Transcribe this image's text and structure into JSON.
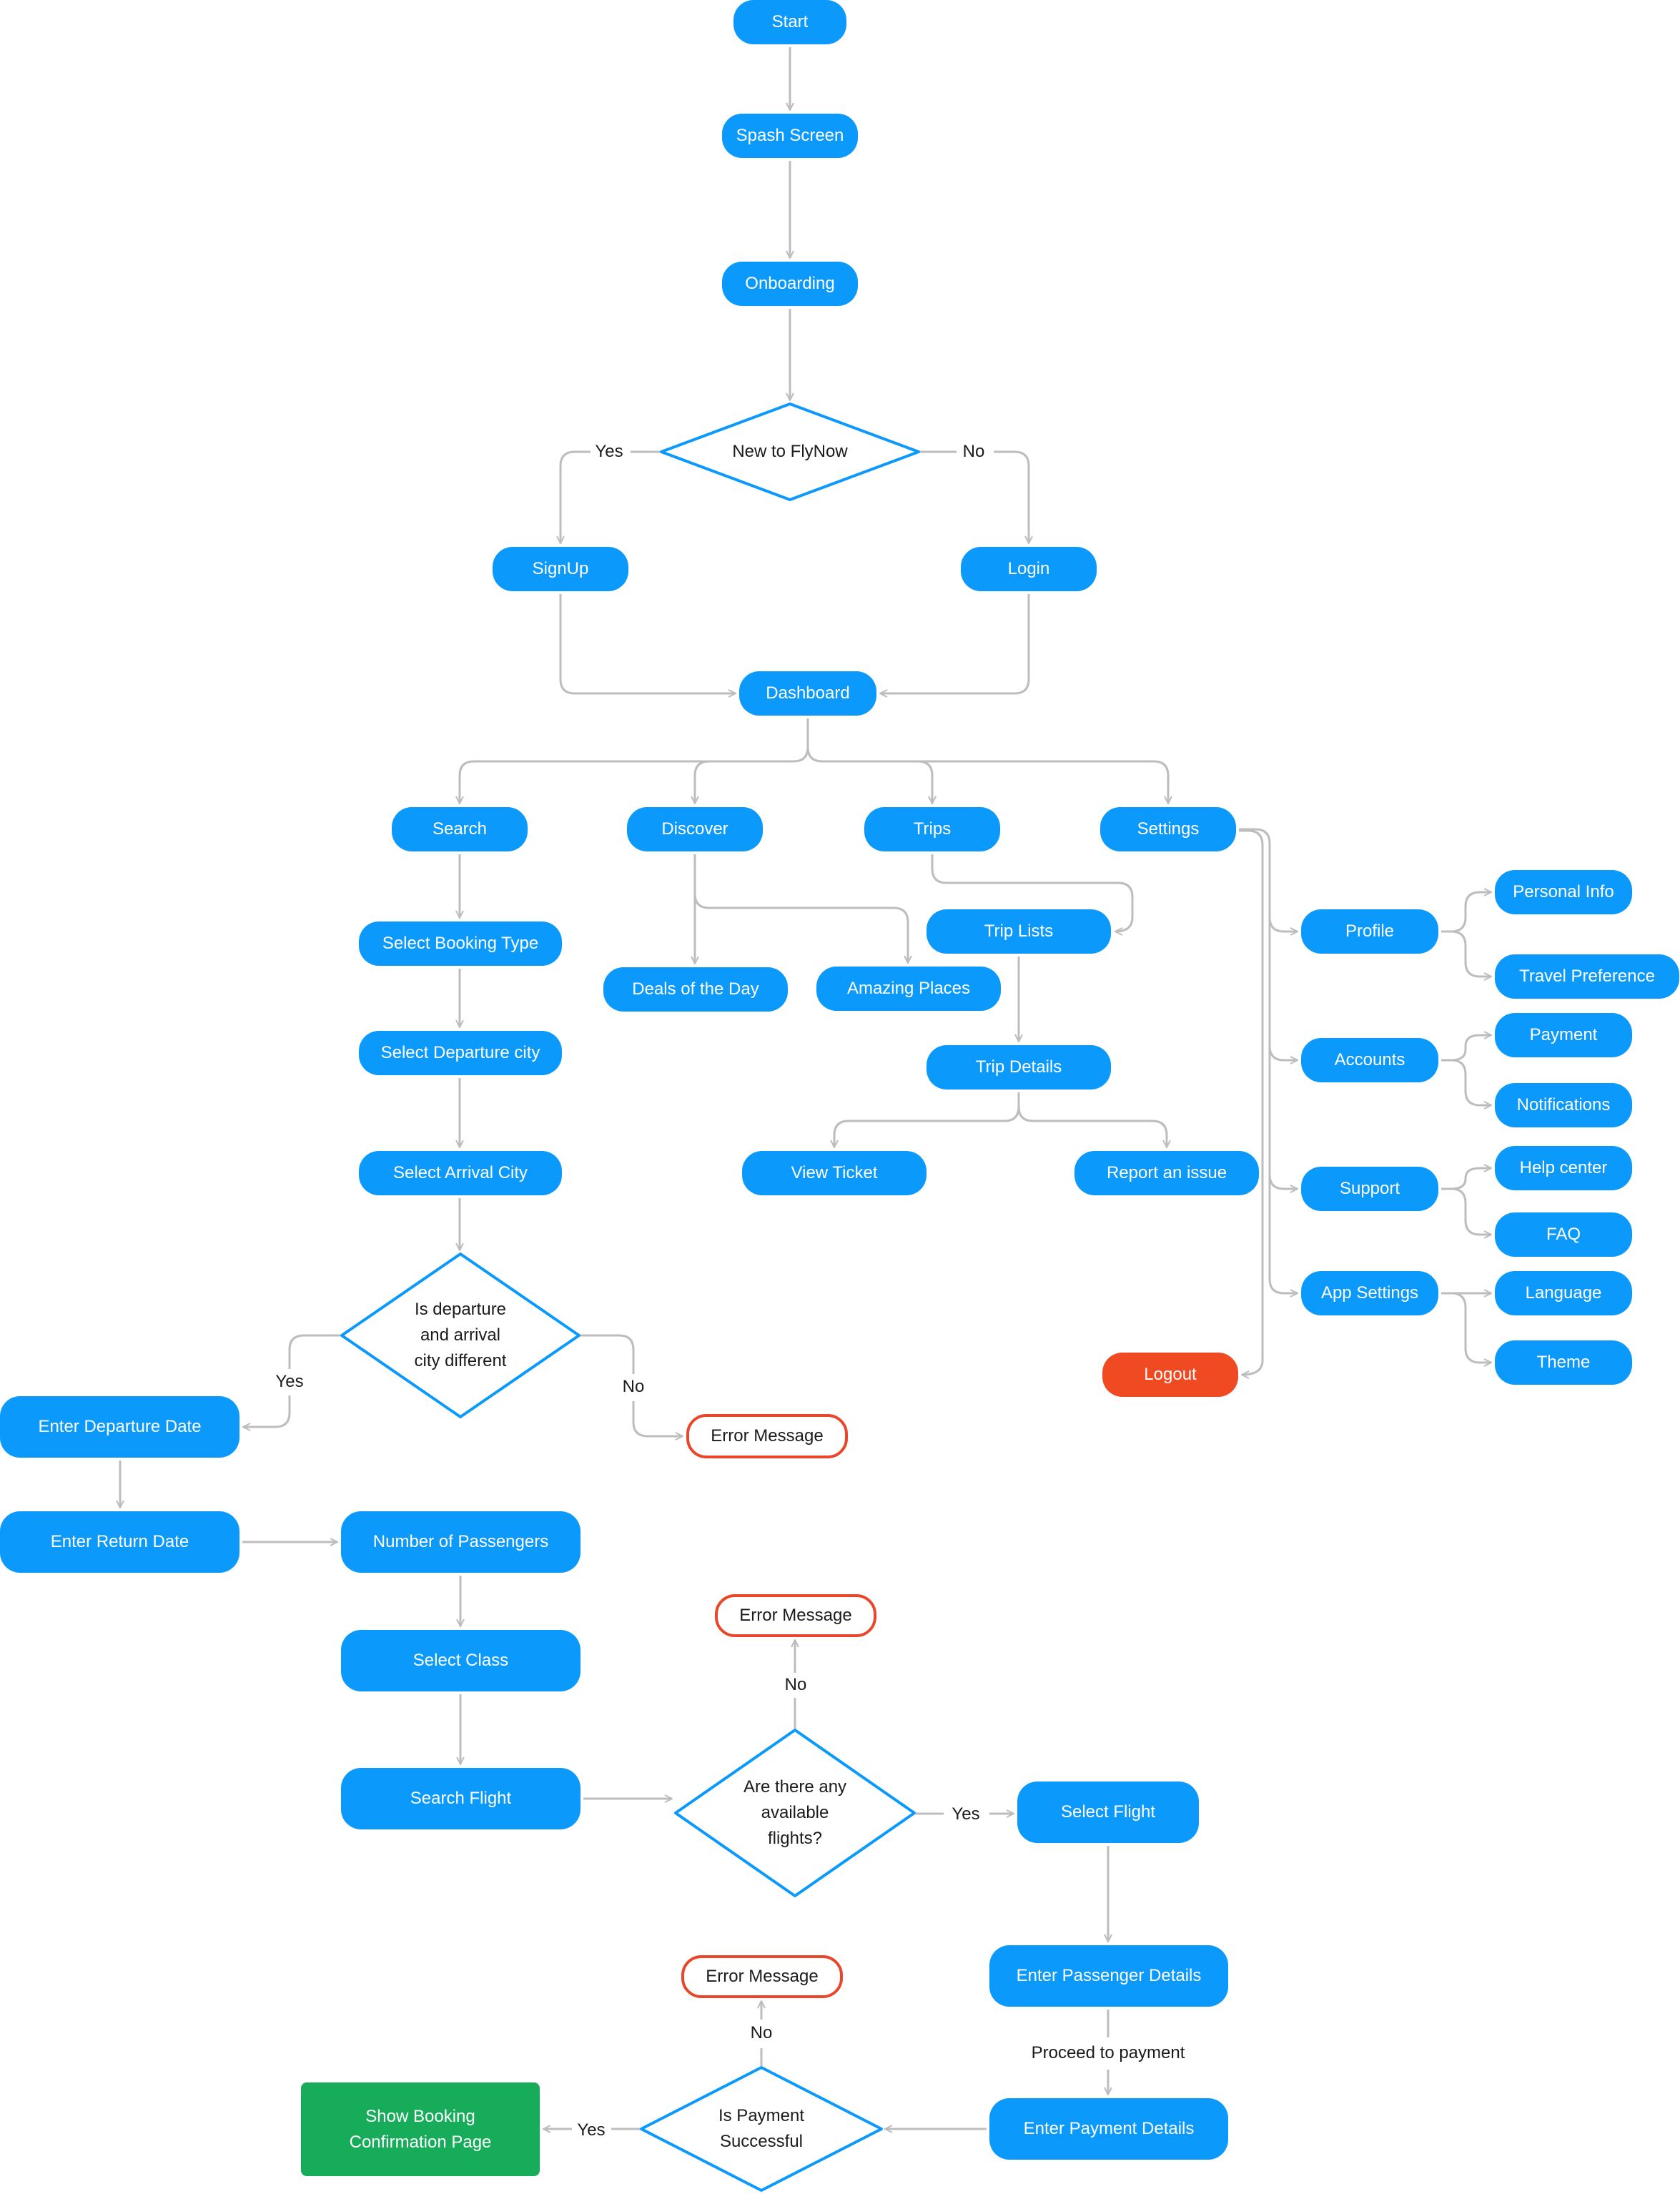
{
  "diagram_title": "FlyNow App User Flow",
  "colors": {
    "process": "#0c99fc",
    "decision_stroke": "#0c99fc",
    "connector": "#bdbdbd",
    "error_border": "#e8472a",
    "logout": "#f04a23",
    "success": "#17ac5a"
  },
  "nodes": {
    "start": "Start",
    "splash": "Spash Screen",
    "onboarding": "Onboarding",
    "new_to_flynow": "New to FlyNow",
    "signup": "SignUp",
    "login": "Login",
    "dashboard": "Dashboard",
    "search": "Search",
    "discover": "Discover",
    "trips": "Trips",
    "settings": "Settings",
    "select_booking_type": "Select Booking Type",
    "select_departure_city": "Select Departure city",
    "select_arrival_city": "Select Arrival City",
    "deals_of_the_day": "Deals of the Day",
    "amazing_places": "Amazing Places",
    "trip_lists": "Trip Lists",
    "trip_details": "Trip Details",
    "view_ticket": "View Ticket",
    "report_issue": "Report an issue",
    "profile": "Profile",
    "personal_info": "Personal Info",
    "travel_preference": "Travel Preference",
    "accounts": "Accounts",
    "payment": "Payment",
    "notifications": "Notifications",
    "support": "Support",
    "help_center": "Help center",
    "faq": "FAQ",
    "app_settings": "App Settings",
    "language": "Language",
    "theme": "Theme",
    "logout": "Logout",
    "city_different": "Is departure\nand arrival\ncity different",
    "enter_departure_date": "Enter Departure Date",
    "error_city": "Error Message",
    "enter_return_date": "Enter Return Date",
    "number_of_passengers": "Number of Passengers",
    "select_class": "Select Class",
    "search_flight": "Search Flight",
    "flights_available": "Are there any\navailable\nflights?",
    "error_flights": "Error Message",
    "select_flight": "Select Flight",
    "enter_passenger_details": "Enter Passenger Details",
    "enter_payment_details": "Enter Payment Details",
    "payment_successful": "Is Payment\nSuccessful",
    "error_payment": "Error Message",
    "booking_confirmation": "Show Booking\nConfirmation Page"
  },
  "edge_labels": {
    "new_yes": "Yes",
    "new_no": "No",
    "city_yes": "Yes",
    "city_no": "No",
    "flights_no": "No",
    "flights_yes": "Yes",
    "proceed": "Proceed to payment",
    "pay_no": "No",
    "pay_yes": "Yes"
  }
}
